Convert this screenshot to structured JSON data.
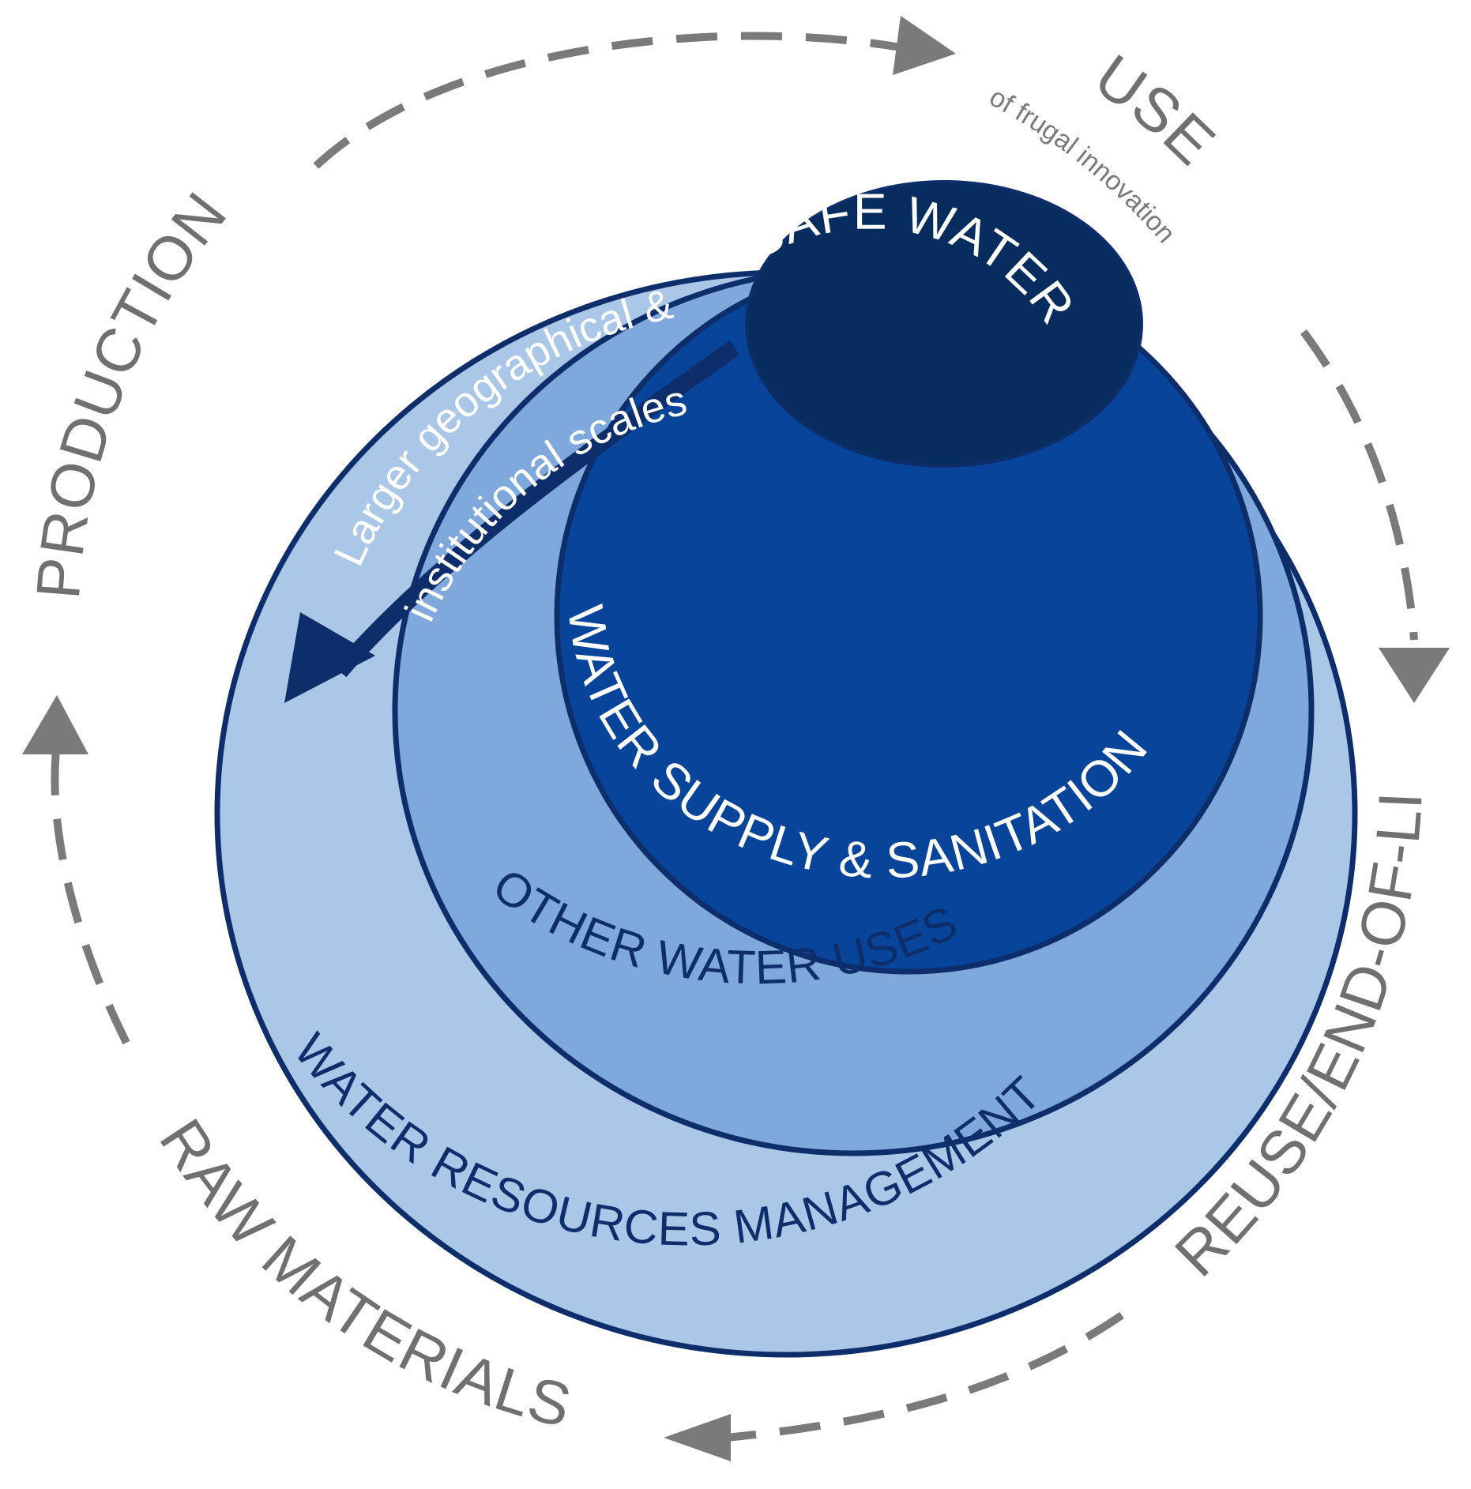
{
  "cycle": {
    "use": "USE",
    "use_sub": "of frugal innovation",
    "reuse": "REUSE/END-OF-LIFE",
    "raw": "RAW MATERIALS",
    "production": "PRODUCTION"
  },
  "circles": {
    "safe_water": "SAFE WATER",
    "supply": "WATER SUPPLY & SANITATION",
    "other": "OTHER WATER USES",
    "resources": "WATER RESOURCES MANAGEMENT"
  },
  "scale_arrow": {
    "line1": "Larger geographical &",
    "line2": "institutional scales"
  },
  "colors": {
    "outer_fill": "#abc7e8",
    "middle_fill": "#7fa8dc",
    "inner_fill": "#08459a",
    "core_fill": "#072d5f",
    "stroke": "#0d2d6b",
    "cycle_grey": "#7a7a7a"
  }
}
